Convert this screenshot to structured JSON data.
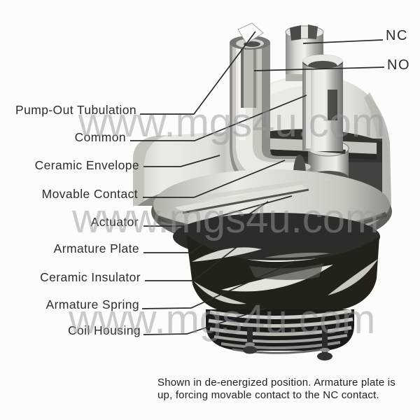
{
  "watermark": {
    "text": "www.mgs4u.com",
    "color": "#999999"
  },
  "labels": {
    "nc": "NC",
    "no": "NO",
    "pump_out_tubulation": "Pump-Out Tubulation",
    "common": "Common",
    "ceramic_envelope": "Ceramic Envelope",
    "movable_contact": "Movable Contact",
    "actuator": "Actuator",
    "armature_plate": "Armature Plate",
    "ceramic_insulator": "Ceramic Insulator",
    "armature_spring": "Armature Spring",
    "coil_housing": "Coil Housing"
  },
  "caption": {
    "line1": "Shown in de-energized position. Armature plate is",
    "line2": "up, forcing movable contact to the NC contact."
  },
  "colors": {
    "label_text": "#2d2d2d",
    "leader_line": "#2b2b2b",
    "background": "#fcfcfb"
  }
}
